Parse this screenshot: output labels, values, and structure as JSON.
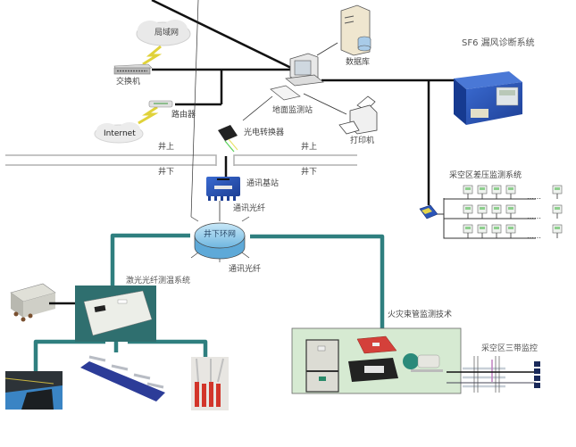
{
  "diagram": {
    "type": "network-topology",
    "zones": {
      "surface_label_left": "井上",
      "surface_label_right": "井上",
      "underground_label_left": "井下",
      "underground_label_right": "井下"
    },
    "nodes": {
      "lan_cloud": "局域网",
      "switch": "交换机",
      "router": "路由器",
      "internet_cloud": "Internet",
      "optical_converter": "光电转换器",
      "ground_station": "地面监测站",
      "database": "数据库",
      "printer": "打印机",
      "sf6_system": "SF6 漏风诊断系统",
      "base_station": "通讯基站",
      "fiber_top": "通讯光纤",
      "ring_network": "井下环网",
      "fiber_bottom": "通讯光纤",
      "laser_fiber_system": "激光光纤测温系统",
      "goaf_pressure_system": "采空区差压监测系统",
      "fire_tube_monitoring": "火灾束管监测技术",
      "goaf_three_zone": "采空区三带监控"
    },
    "pressure_grid": {
      "rows": 3,
      "sensors_per_row": 5,
      "ellipsis": "……"
    },
    "colors": {
      "backbone": "#111111",
      "fiber_teal": "#2f7f7f",
      "ring_fill": "#9fd3ee",
      "fire_panel_bg": "#d6ead2",
      "device_blue": "#2b55b8",
      "zone_line": "#b0b0b0"
    }
  }
}
